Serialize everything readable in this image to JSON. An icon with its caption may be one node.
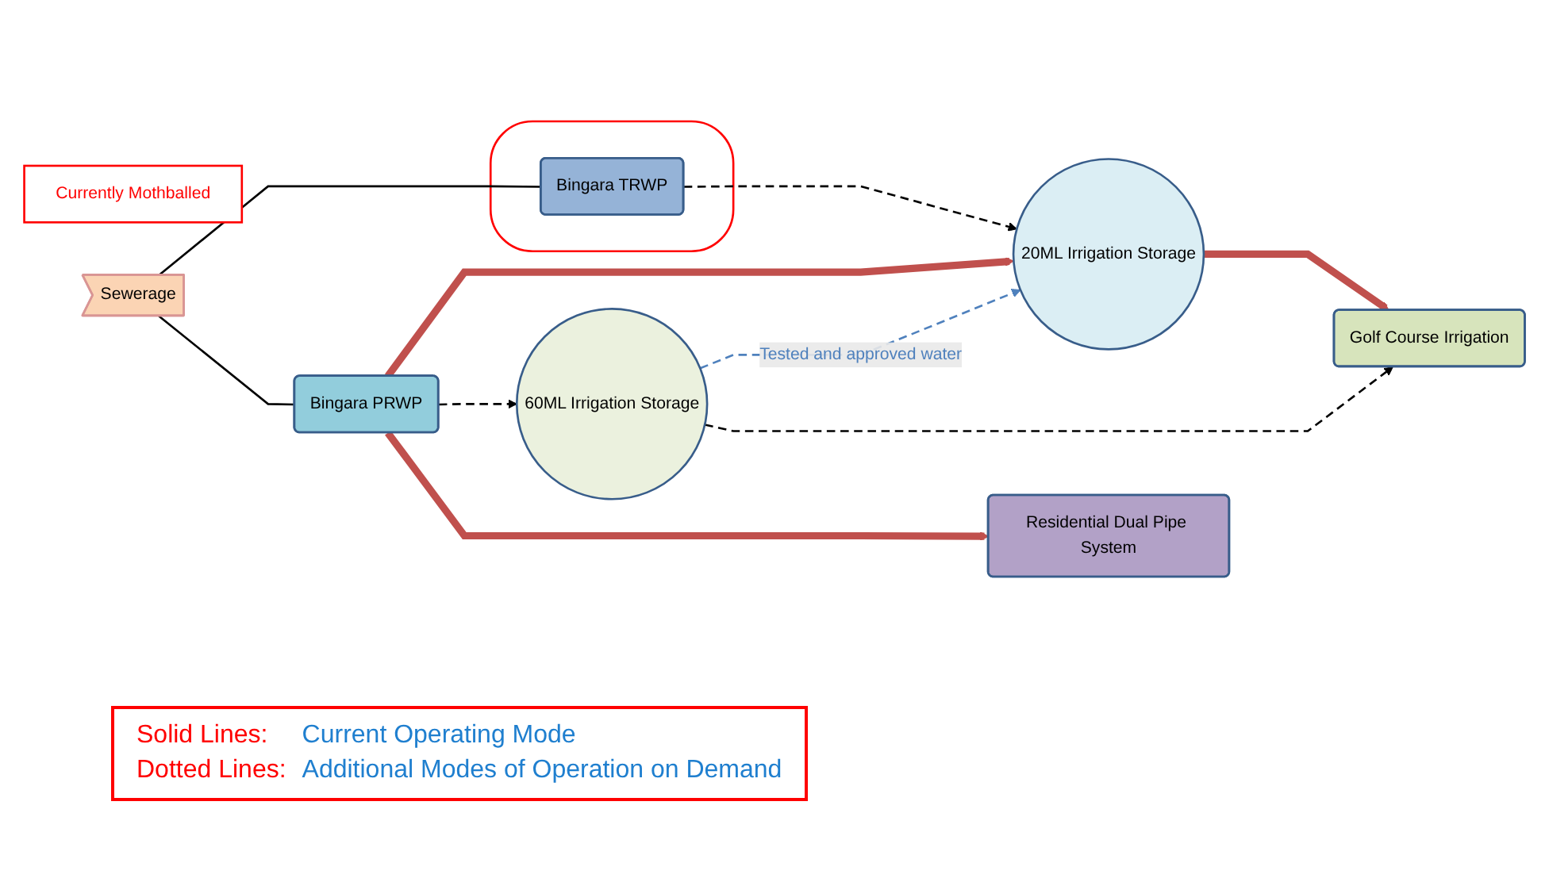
{
  "diagram": {
    "nodes": [
      {
        "text": [
          "Currently Mothballed"
        ]
      },
      {
        "text": [],
        "shape": "cloud"
      },
      {
        "text": [
          "Bingara TRWP"
        ],
        "in": 1
      },
      {
        "text": [
          "Sewerage"
        ]
      },
      {
        "text": [
          "Bingara PRWP"
        ]
      },
      {
        "text": [
          "20ML Irrigation Storage"
        ]
      },
      {
        "text": [
          "60ML Irrigation Storage"
        ]
      },
      {
        "text": [
          "Golf Course Irrigation"
        ]
      },
      {
        "text": [
          "Residential Dual Pipe System"
        ]
      }
    ],
    "edges": [
      {
        "from": 3,
        "to": 2,
        "arrow": "none"
      },
      {
        "from": 3,
        "to": 4,
        "arrow": "none"
      },
      {
        "from": 2,
        "to": 5,
        "arrow": "to",
        "style": "dashed"
      },
      {
        "from": 4,
        "to": 5,
        "arrow": "to",
        "style": "thick",
        "color": "#c0504d"
      },
      {
        "from": 4,
        "to": 6,
        "arrow": "to",
        "style": "dashed"
      },
      {
        "from": 6,
        "to": 5,
        "arrow": "to",
        "style": "dashed",
        "color": "#4f81bd",
        "label": "Tested and approved water"
      },
      {
        "from": 5,
        "to": 7,
        "arrow": "to",
        "style": "thick",
        "color": "#c0504d"
      },
      {
        "from": 6,
        "to": 7,
        "arrow": "to",
        "style": "dashed"
      },
      {
        "from": 4,
        "to": 8,
        "arrow": "to",
        "style": "thick",
        "color": "#c0504d"
      }
    ],
    "labels": [
      "Solid Lines:",
      "Current Operating Mode",
      "Dotted Lines:",
      "Additional Modes of Operation on Demand"
    ]
  }
}
